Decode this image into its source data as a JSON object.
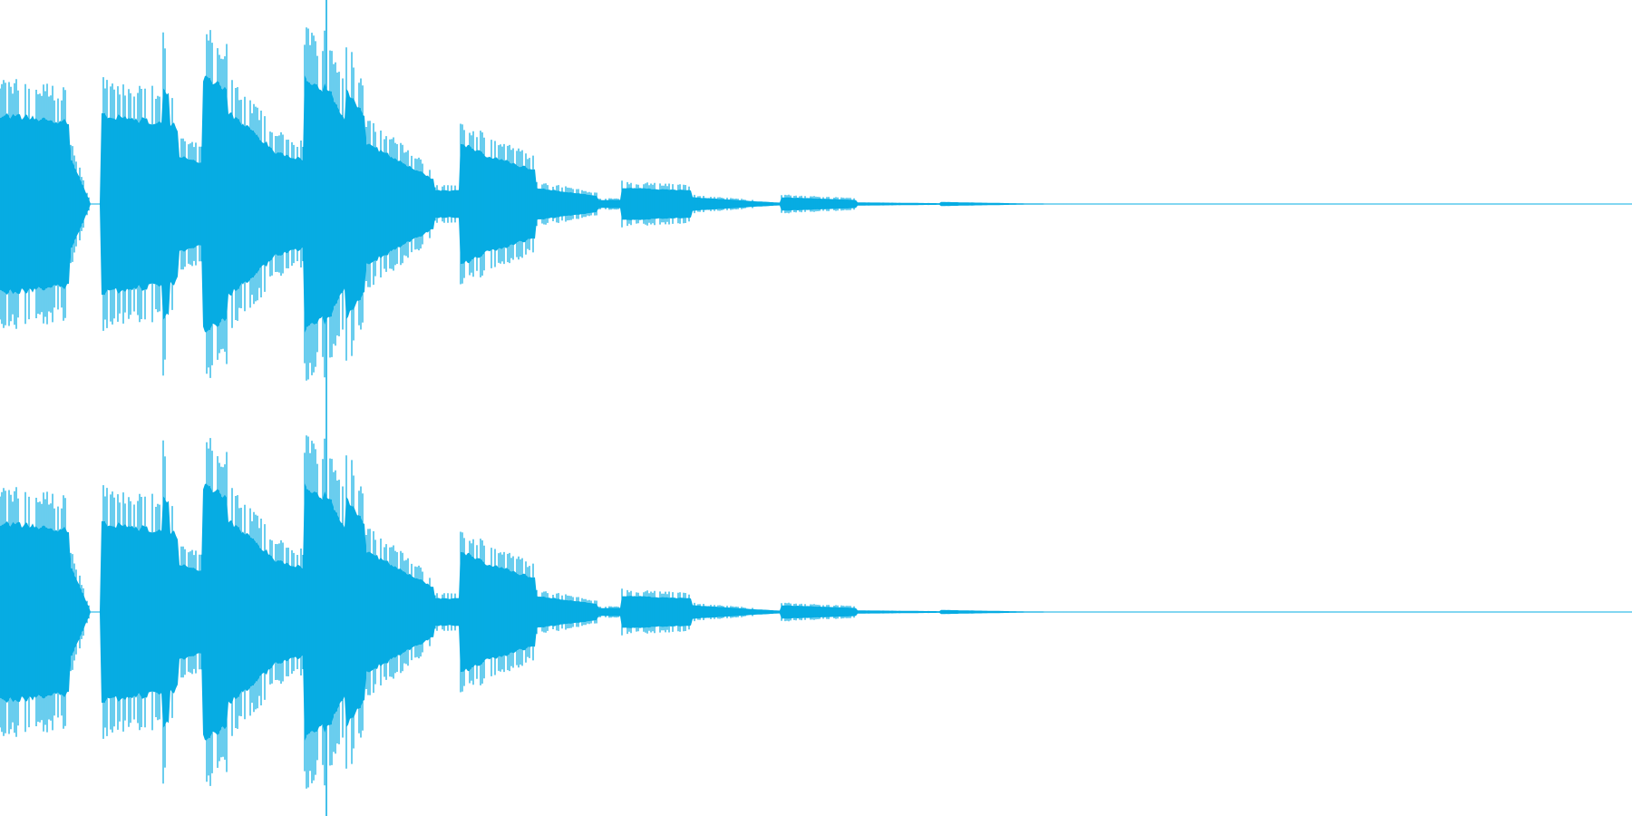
{
  "colors": {
    "background": "#ffffff",
    "waveform": "#06ace3",
    "playhead": "#06ace3"
  },
  "audio": {
    "channels": 2,
    "playhead_position_fraction": 0.2
  },
  "envelope_segments": [
    {
      "t0": 0.0,
      "t1": 0.043,
      "a0": 0.66,
      "a1": 0.6
    },
    {
      "t0": 0.043,
      "t1": 0.055,
      "a0": 0.35,
      "a1": 0.02
    },
    {
      "t0": 0.062,
      "t1": 0.1,
      "a0": 0.65,
      "a1": 0.6
    },
    {
      "t0": 0.1,
      "t1": 0.104,
      "a0": 0.88,
      "a1": 0.8
    },
    {
      "t0": 0.104,
      "t1": 0.11,
      "a0": 0.6,
      "a1": 0.55
    },
    {
      "t0": 0.11,
      "t1": 0.124,
      "a0": 0.35,
      "a1": 0.3
    },
    {
      "t0": 0.124,
      "t1": 0.14,
      "a0": 0.93,
      "a1": 0.85
    },
    {
      "t0": 0.14,
      "t1": 0.168,
      "a0": 0.68,
      "a1": 0.4
    },
    {
      "t0": 0.168,
      "t1": 0.186,
      "a0": 0.38,
      "a1": 0.33
    },
    {
      "t0": 0.186,
      "t1": 0.198,
      "a0": 0.96,
      "a1": 0.8
    },
    {
      "t0": 0.198,
      "t1": 0.212,
      "a0": 0.93,
      "a1": 0.6
    },
    {
      "t0": 0.212,
      "t1": 0.224,
      "a0": 0.85,
      "a1": 0.65
    },
    {
      "t0": 0.224,
      "t1": 0.232,
      "a0": 0.45,
      "a1": 0.4
    },
    {
      "t0": 0.232,
      "t1": 0.266,
      "a0": 0.4,
      "a1": 0.18
    },
    {
      "t0": 0.266,
      "t1": 0.282,
      "a0": 0.1,
      "a1": 0.1
    },
    {
      "t0": 0.282,
      "t1": 0.3,
      "a0": 0.45,
      "a1": 0.35
    },
    {
      "t0": 0.3,
      "t1": 0.328,
      "a0": 0.35,
      "a1": 0.25
    },
    {
      "t0": 0.328,
      "t1": 0.366,
      "a0": 0.12,
      "a1": 0.06
    },
    {
      "t0": 0.366,
      "t1": 0.381,
      "a0": 0.03,
      "a1": 0.03
    },
    {
      "t0": 0.381,
      "t1": 0.424,
      "a0": 0.12,
      "a1": 0.1
    },
    {
      "t0": 0.424,
      "t1": 0.463,
      "a0": 0.05,
      "a1": 0.02
    },
    {
      "t0": 0.463,
      "t1": 0.478,
      "a0": 0.02,
      "a1": 0.01
    },
    {
      "t0": 0.478,
      "t1": 0.525,
      "a0": 0.05,
      "a1": 0.03
    },
    {
      "t0": 0.525,
      "t1": 0.576,
      "a0": 0.012,
      "a1": 0.006
    },
    {
      "t0": 0.576,
      "t1": 0.63,
      "a0": 0.015,
      "a1": 0.004
    },
    {
      "t0": 0.63,
      "t1": 0.68,
      "a0": 0.004,
      "a1": 0.002
    }
  ]
}
